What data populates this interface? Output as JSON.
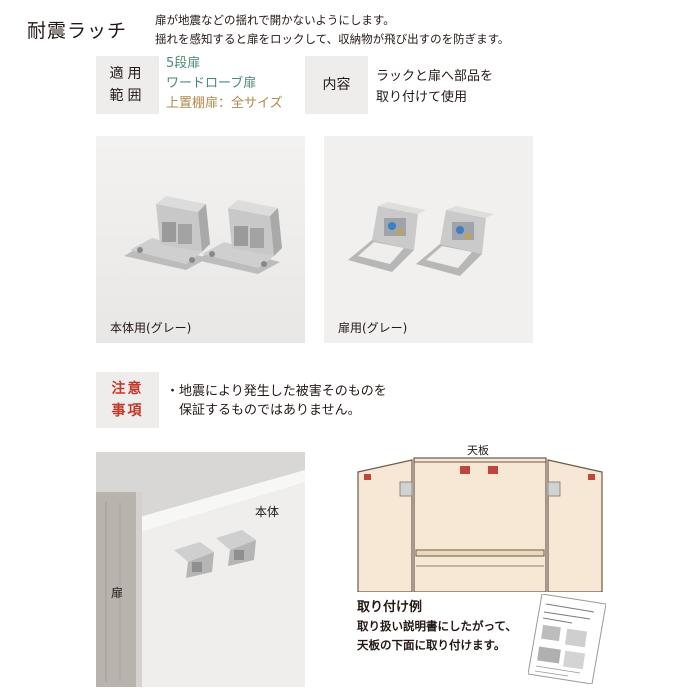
{
  "title": "耐震ラッチ",
  "intro": {
    "line1": "扉が地震などの揺れで開かないようにします。",
    "line2": "揺れを感知すると扉をロックして、収納物が飛び出すのを防ぎます。"
  },
  "scope": {
    "label_line1": "適用",
    "label_line2": "範囲",
    "items": [
      "5段扉",
      "ワードローブ扉",
      "上置棚扉：全サイズ"
    ]
  },
  "content": {
    "label": "内容",
    "line1": "ラックと扉へ部品を",
    "line2": "取り付けて使用"
  },
  "photos": {
    "body_caption": "本体用(グレー)",
    "door_caption": "扉用(グレー)"
  },
  "caution": {
    "label_line1": "注意",
    "label_line2": "事項",
    "line1": "・地震により発生した被害そのものを",
    "line2": "　保証するものではありません。"
  },
  "install_photo": {
    "label_body": "本体",
    "label_door": "扉"
  },
  "diagram": {
    "top_label": "天板"
  },
  "example": {
    "title": "取り付け例",
    "line1": "取り扱い説明書にしたがって、",
    "line2": "天板の下面に取り付けます。"
  },
  "colors": {
    "label_bg": "#eeedeb",
    "green": "#4a8a6e",
    "orange": "#b08a4c",
    "caution_red": "#c0392b",
    "wood": "#f6e8d4",
    "latch_red": "#c0453a"
  }
}
